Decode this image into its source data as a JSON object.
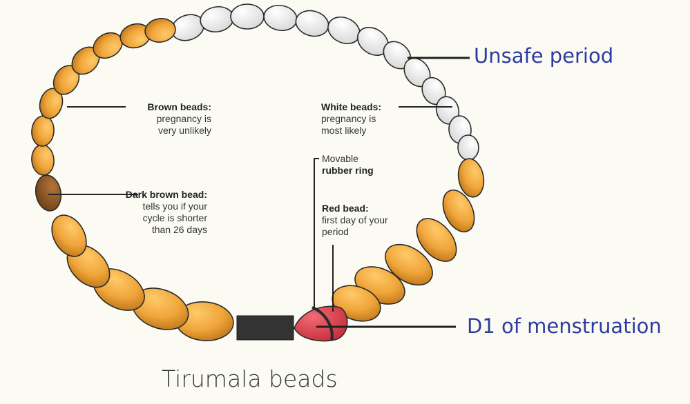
{
  "labels": {
    "brown": {
      "title": "Brown beads:",
      "text": "pregnancy is very unlikely"
    },
    "white": {
      "title": "White beads:",
      "text": "pregnancy is most likely"
    },
    "dark_brown": {
      "title": "Dark brown bead:",
      "text": "tells you if your cycle is shorter than 26 days"
    },
    "rubber_ring": {
      "text": "Movable",
      "title": "rubber ring"
    },
    "red": {
      "title": "Red bead:",
      "text": "first day of your period"
    }
  },
  "annotations": {
    "unsafe": "Unsafe period",
    "menstruation": "D1 of menstruation"
  },
  "caption": "Tirumala beads",
  "colors": {
    "brown_bead": "#f0a53a",
    "dark_bead": "#8a5524",
    "white_bead": "#f2f2f2",
    "red_bead": "#e04855",
    "clasp": "#333333",
    "handwriting": "#2d3aa0"
  }
}
